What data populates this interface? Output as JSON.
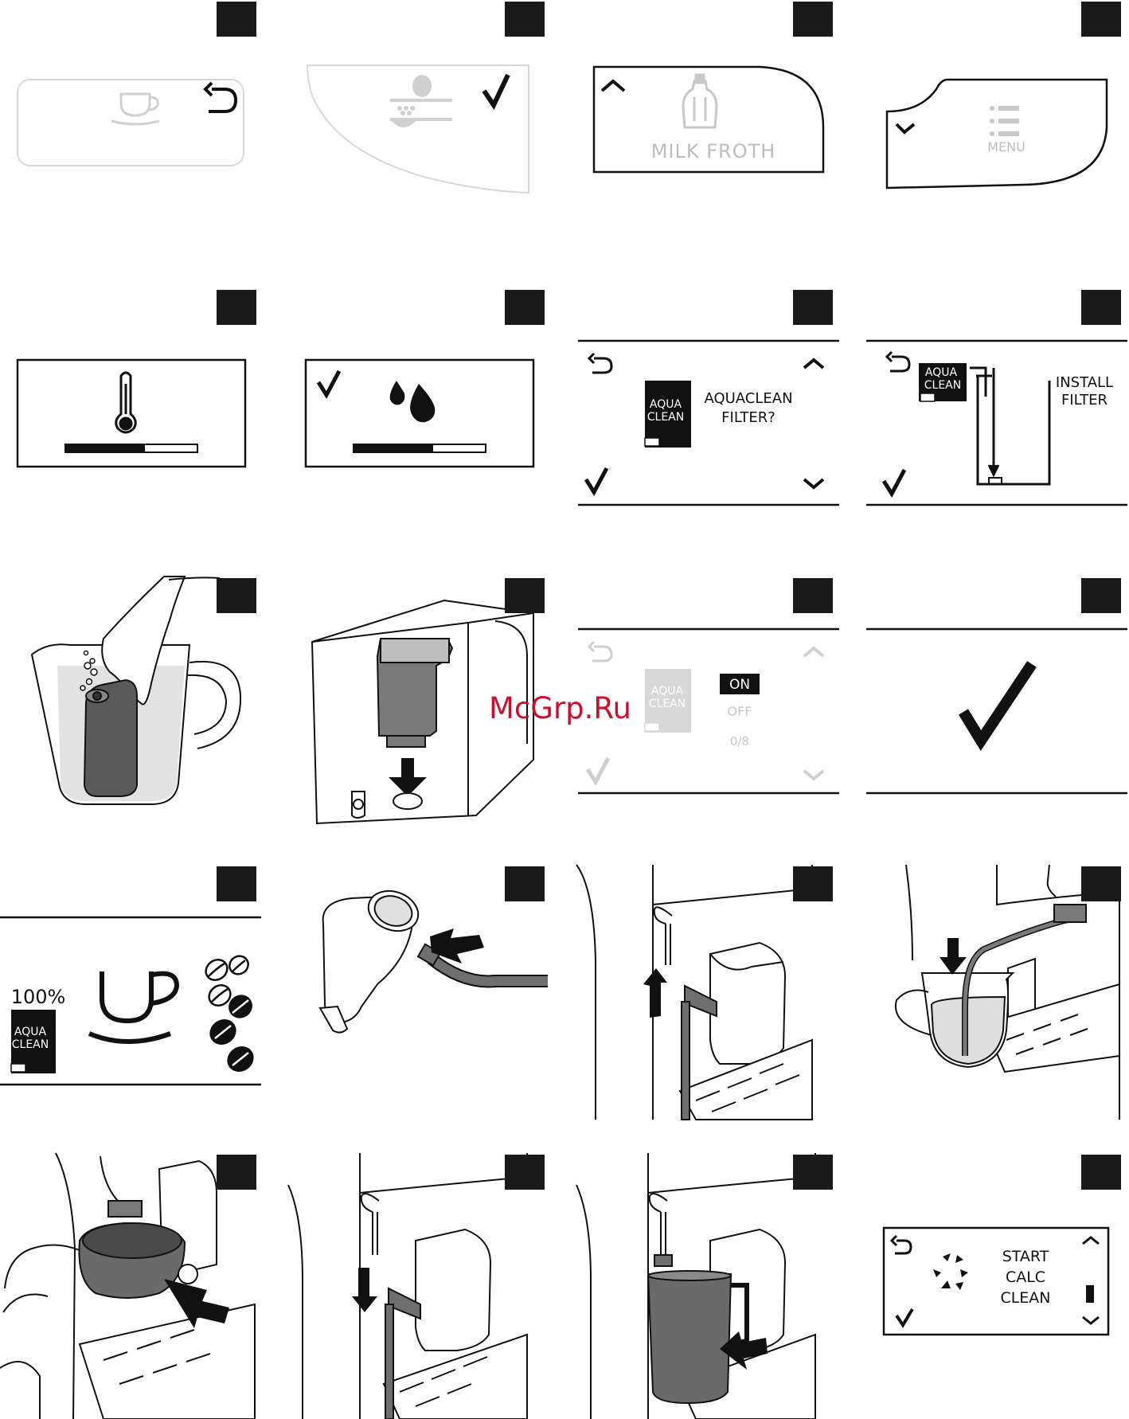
{
  "watermark": "McGrp.Ru",
  "screens": {
    "milk_froth": "MILK FROTH",
    "menu": "MENU",
    "aqua": "AQUA",
    "clean": "CLEAN",
    "aquaclean_q1": "AQUACLEAN",
    "aquaclean_q2": "FILTER?",
    "install1": "INSTALL",
    "install2": "FILTER",
    "on": "ON",
    "off": "OFF",
    "count": "0/8",
    "percent": "100%",
    "start": "START",
    "calc": "CALC",
    "clean_word": "CLEAN"
  },
  "icons": [
    "cup-icon",
    "back-icon",
    "coffee-bean-icon",
    "check-icon",
    "up-arrow-icon",
    "milk-carafe-icon",
    "down-arrow-icon",
    "menu-icon",
    "thermometer-icon",
    "water-drop-icon",
    "aquaclean-filter-icon",
    "progress-bar-icon",
    "calc-clean-icon"
  ],
  "progress": {
    "heating": 0.6,
    "rinsing": 0.6
  }
}
